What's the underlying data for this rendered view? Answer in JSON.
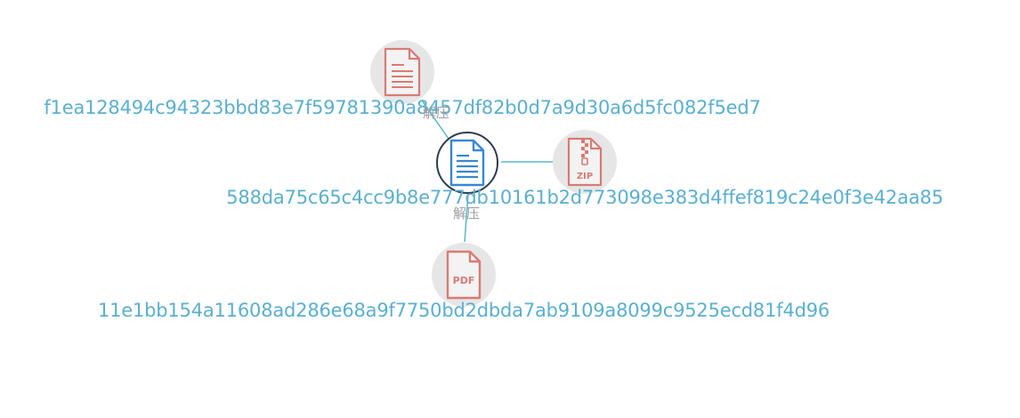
{
  "graph": {
    "center": {
      "id": "588da75c65c4cc9b8e777db10161b2d773098e383d4ffef819c24e0f3e42aa85",
      "icon": "document-icon",
      "icon_color": "#3a86d4"
    },
    "nodes": [
      {
        "id": "f1ea128494c94323bbd83e7f59781390a8457df82b0d7a9d30a6d5fc082f5ed7",
        "icon": "text-file-icon",
        "icon_color": "#d87b74",
        "edge_label": "解压"
      },
      {
        "id": "zip-node",
        "icon": "zip-file-icon",
        "icon_color": "#d87b74",
        "edge_label": ""
      },
      {
        "id": "11e1bb154a11608ad286e68a9f7750bd2dbda7ab9109a8099c9525ecd81f4d96",
        "icon": "pdf-file-icon",
        "icon_color": "#d87b74",
        "edge_label": "解压"
      }
    ],
    "icon_text": {
      "zip": "ZIP",
      "pdf": "PDF"
    },
    "colors": {
      "edge": "#5ab5d2",
      "label": "#5aafd0",
      "edge_label": "#9e9e9e",
      "leaf_bg": "#e6e6e6",
      "center_border": "#2e3b4e"
    }
  }
}
